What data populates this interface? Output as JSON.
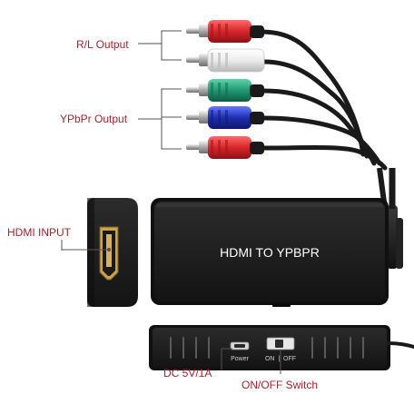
{
  "labels": {
    "rl_output": "R/L Output",
    "ypbpr_output": "YPbPr Output",
    "hdmi_input": "HDMI INPUT",
    "device_title": "HDMI TO YPBPR",
    "power_port": "Power",
    "switch_state": "ON  |  OFF",
    "dc_power": "DC 5V/1A",
    "onoff_switch": "ON/OFF Switch"
  },
  "colors": {
    "label_red": "#b0202a",
    "device_black": "#1c1c1c",
    "plug_red": "#d8262b",
    "plug_white": "#eeeeee",
    "plug_green": "#1f9a72",
    "plug_blue": "#1e2fb3"
  }
}
